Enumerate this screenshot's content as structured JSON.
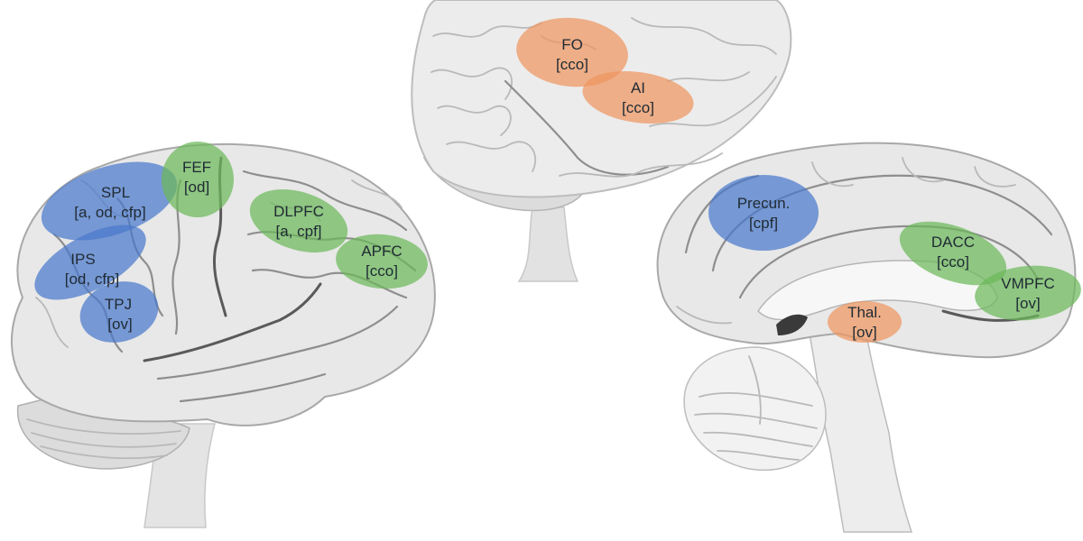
{
  "colors": {
    "attention": "#4a78cc",
    "control": "#6cb85a",
    "salience": "#ee9660",
    "brain_fill": "#e6e6e6",
    "brain_fill_light": "#f0f0f0",
    "sulcus": "#8e8e8e"
  },
  "regions": [
    {
      "id": "fo",
      "name": "FO",
      "codes": "[cco]",
      "color": "salience"
    },
    {
      "id": "ai",
      "name": "AI",
      "codes": "[cco]",
      "color": "salience"
    },
    {
      "id": "spl",
      "name": "SPL",
      "codes": "[a, od, cfp]",
      "color": "attention"
    },
    {
      "id": "fef",
      "name": "FEF",
      "codes": "[od]",
      "color": "control"
    },
    {
      "id": "ips",
      "name": "IPS",
      "codes": "[od, cfp]",
      "color": "attention"
    },
    {
      "id": "tpj",
      "name": "TPJ",
      "codes": "[ov]",
      "color": "attention"
    },
    {
      "id": "dlpfc",
      "name": "DLPFC",
      "codes": "[a, cpf]",
      "color": "control"
    },
    {
      "id": "apfc",
      "name": "APFC",
      "codes": "[cco]",
      "color": "control"
    },
    {
      "id": "precun",
      "name": "Precun.",
      "codes": "[cpf]",
      "color": "attention"
    },
    {
      "id": "dacc",
      "name": "DACC",
      "codes": "[cco]",
      "color": "control"
    },
    {
      "id": "vmpfc",
      "name": "VMPFC",
      "codes": "[ov]",
      "color": "control"
    },
    {
      "id": "thal",
      "name": "Thal.",
      "codes": "[ov]",
      "color": "salience"
    }
  ]
}
